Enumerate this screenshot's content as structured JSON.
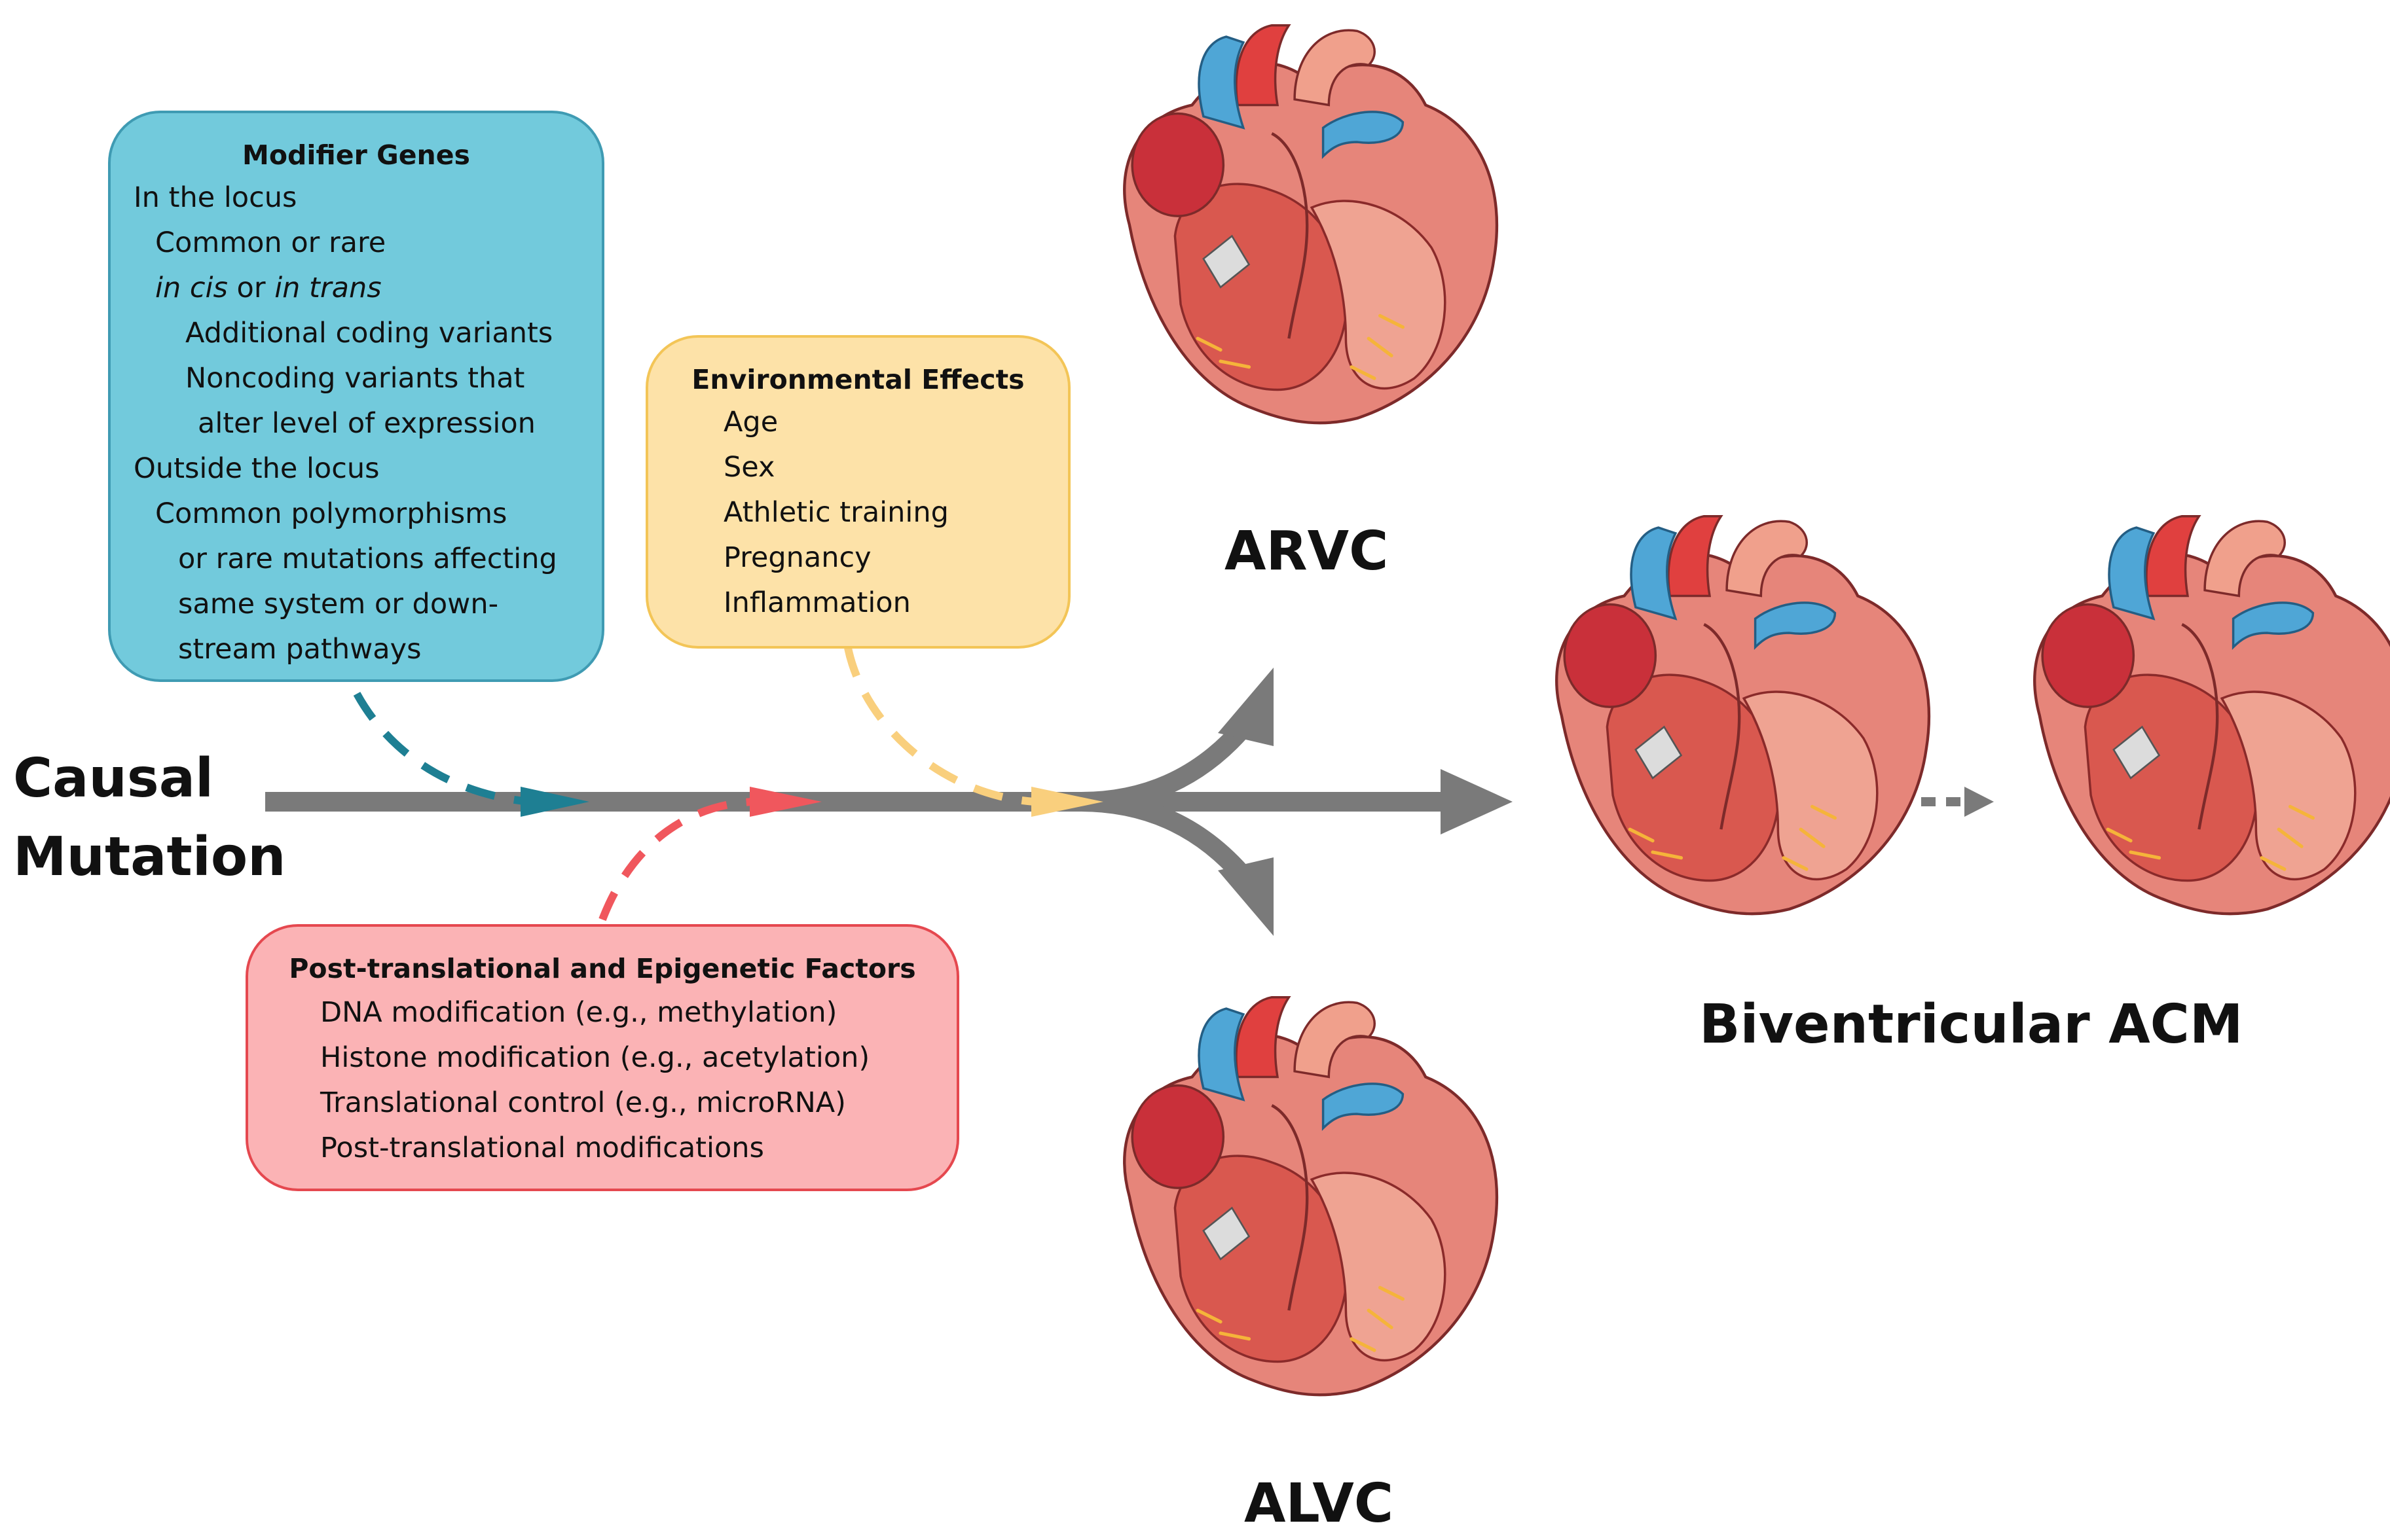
{
  "modifier_box": {
    "title": "Modifier Genes",
    "lines": [
      {
        "text": "In the locus",
        "italic": false
      },
      {
        "text": "Common or rare",
        "italic": false
      },
      {
        "text_parts": [
          {
            "t": "in cis",
            "i": true
          },
          {
            "t": " or ",
            "i": false
          },
          {
            "t": "in trans",
            "i": true
          }
        ]
      },
      {
        "text": "Additional coding variants",
        "italic": false
      },
      {
        "text": "Noncoding variants that",
        "italic": false
      },
      {
        "text": "alter level of expression",
        "italic": false
      },
      {
        "text": "Outside the locus",
        "italic": false
      },
      {
        "text": "Common polymorphisms",
        "italic": false
      },
      {
        "text": "or rare mutations affecting",
        "italic": false
      },
      {
        "text": "same system or down-",
        "italic": false
      },
      {
        "text": "stream pathways",
        "italic": false
      }
    ]
  },
  "environment_box": {
    "title": "Environmental Effects",
    "lines": [
      "Age",
      "Sex",
      "Athletic training",
      "Pregnancy",
      "Inflammation"
    ]
  },
  "posttrans_box": {
    "title": "Post-translational and Epigenetic Factors",
    "lines": [
      "DNA modification (e.g., methylation)",
      "Histone modification (e.g., acetylation)",
      "Translational control (e.g., microRNA)",
      "Post-translational modifications"
    ]
  },
  "labels": {
    "causal_line1": "Causal",
    "causal_line2": "Mutation",
    "arvc": "ARVC",
    "alvc": "ALVC",
    "biventricular": "Biventricular ACM"
  },
  "colors": {
    "arrow_gray": "#7a7a7a",
    "modifier_fill": "#72cadc",
    "modifier_arrow": "#1e7f93",
    "environment_fill": "#fde2a8",
    "environment_arrow": "#f9cf7d",
    "posttrans_fill": "#fbb3b5",
    "posttrans_arrow": "#f0575d",
    "heart_red": "#d64a4a",
    "heart_dark": "#b7323a",
    "heart_blue": "#4fa6d6",
    "heart_pink": "#efa392"
  },
  "icons": [
    "heart-illustration-icon"
  ]
}
